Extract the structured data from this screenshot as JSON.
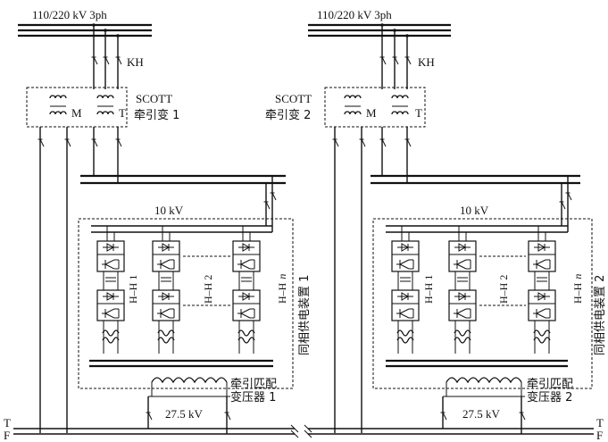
{
  "station1": {
    "grid_label": "110/220 kV  3ph",
    "breaker_label": "KH",
    "transformer_label": "SCOTT",
    "transformer_name": "牵引变 1",
    "m_label": "M",
    "t_label": "T",
    "bus_label": "10 kV",
    "hh1": "H–H  1",
    "hh2": "H–H  2",
    "hhn_prefix": "H–H",
    "hhn_suffix": "n",
    "device_label": "同相供电装置 1",
    "match_line1": "牵引匹配",
    "match_line2": "变压器 1",
    "feed_label": "27.5 kV"
  },
  "station2": {
    "grid_label": "110/220 kV  3ph",
    "breaker_label": "KH",
    "transformer_label": "SCOTT",
    "transformer_name": "牵引变 2",
    "m_label": "M",
    "t_label": "T",
    "bus_label": "10 kV",
    "hh1": "H–H  1",
    "hh2": "H–H  2",
    "hhn_prefix": "H–H",
    "hhn_suffix": "n",
    "device_label": "同相供电装置 2",
    "match_line1": "牵引匹配",
    "match_line2": "变压器 2",
    "feed_label": "27.5 kV"
  },
  "rails": {
    "top_left": "T",
    "bottom_left": "F",
    "top_right": "T",
    "bottom_right": "F"
  }
}
